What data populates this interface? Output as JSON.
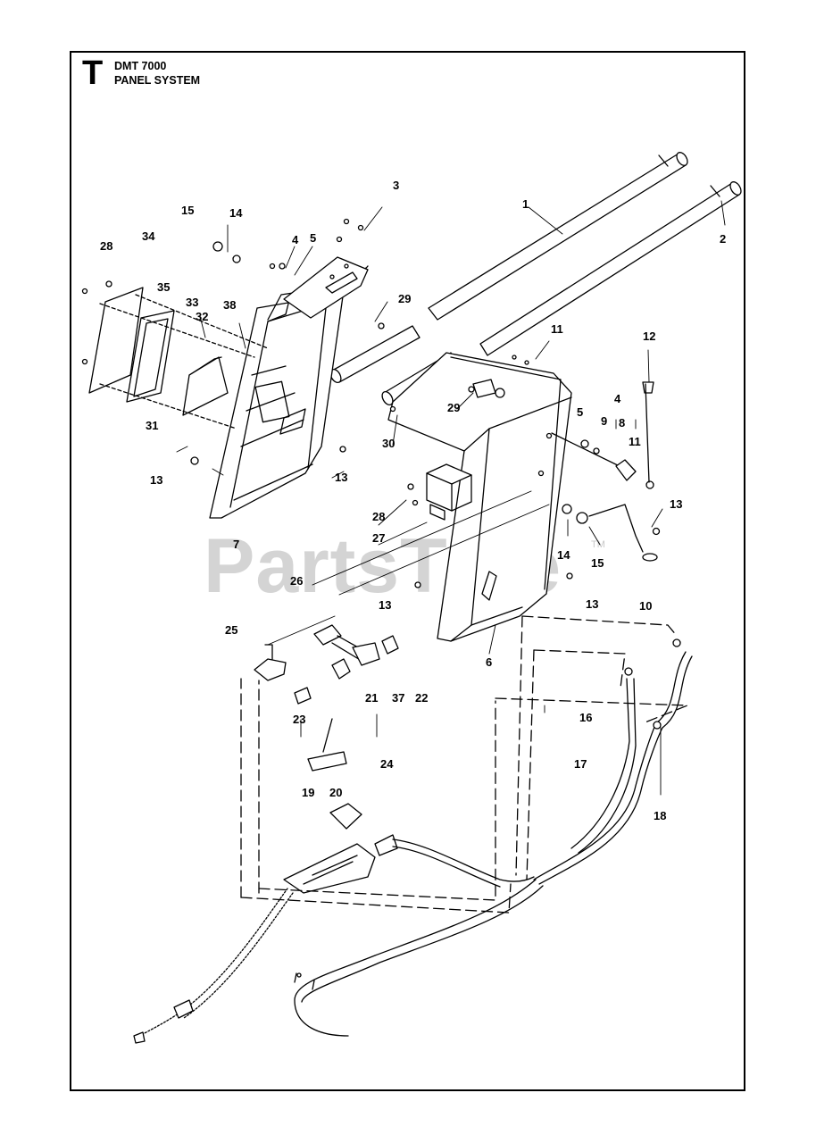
{
  "header": {
    "section_letter": "T",
    "model": "DMT 7000",
    "system": "PANEL SYSTEM"
  },
  "watermark": {
    "text": "PartsTree",
    "trademark": "TM"
  },
  "callouts": [
    "1",
    "2",
    "3",
    "4",
    "5",
    "4",
    "5",
    "6",
    "7",
    "8",
    "9",
    "10",
    "11",
    "11",
    "12",
    "13",
    "13",
    "13",
    "13",
    "13",
    "14",
    "14",
    "15",
    "15",
    "16",
    "17",
    "18",
    "19",
    "20",
    "21",
    "22",
    "23",
    "24",
    "25",
    "26",
    "27",
    "28",
    "28",
    "29",
    "29",
    "30",
    "31",
    "32",
    "33",
    "34",
    "35",
    "37",
    "38"
  ]
}
